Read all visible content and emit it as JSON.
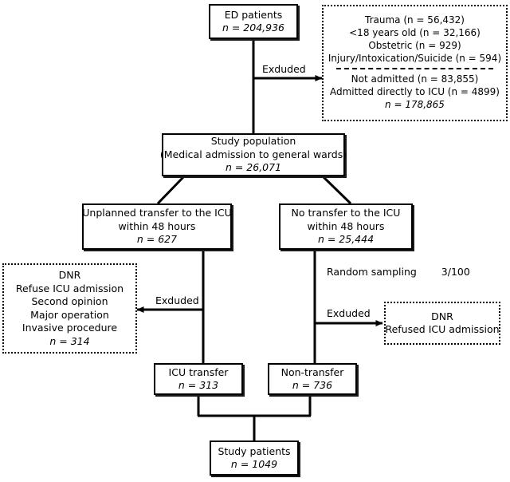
{
  "figure": {
    "type": "flow-diagram",
    "title": "Patient selection flow diagram",
    "stroke_color": "#000000",
    "background_color": "#ffffff"
  },
  "nodes": {
    "ed_patients": {
      "lines": [
        "ED patients",
        "n = 204,936"
      ]
    },
    "exclusion_top": {
      "group_a": [
        "Trauma (n = 56,432)",
        "<18 years old (n = 32,166)",
        "Obstetric (n = 929)",
        "Injury/Intoxication/Suicide (n = 594)"
      ],
      "group_b": [
        "Not admitted (n = 83,855)",
        "Admitted directly to ICU (n = 4899)",
        "n = 178,865"
      ]
    },
    "study_population": {
      "lines": [
        "Study population",
        "(Medical admission to general wards)",
        "n = 26,071"
      ]
    },
    "unplanned_transfer": {
      "lines": [
        "Unplanned transfer to the ICU",
        "within 48 hours",
        "n = 627"
      ]
    },
    "no_transfer": {
      "lines": [
        "No transfer to the ICU",
        "within 48 hours",
        "n = 25,444"
      ]
    },
    "dnr_left": {
      "lines": [
        "DNR",
        "Refuse ICU admission",
        "Second opinion",
        "Major operation",
        "Invasive procedure",
        "n = 314"
      ]
    },
    "dnr_right": {
      "lines": [
        "DNR",
        "Refused ICU admission"
      ]
    },
    "icu_transfer": {
      "lines": [
        "ICU transfer",
        "n = 313"
      ]
    },
    "non_transfer": {
      "lines": [
        "Non-transfer",
        "n = 736"
      ]
    },
    "study_patients": {
      "lines": [
        "Study patients",
        "n = 1049"
      ]
    }
  },
  "edge_labels": {
    "excluded_top": "Exduded",
    "excluded_left": "Exduded",
    "excluded_right": "Exduded",
    "random_sampling_line1": "Random sampling",
    "random_sampling_line2": "3/100"
  }
}
